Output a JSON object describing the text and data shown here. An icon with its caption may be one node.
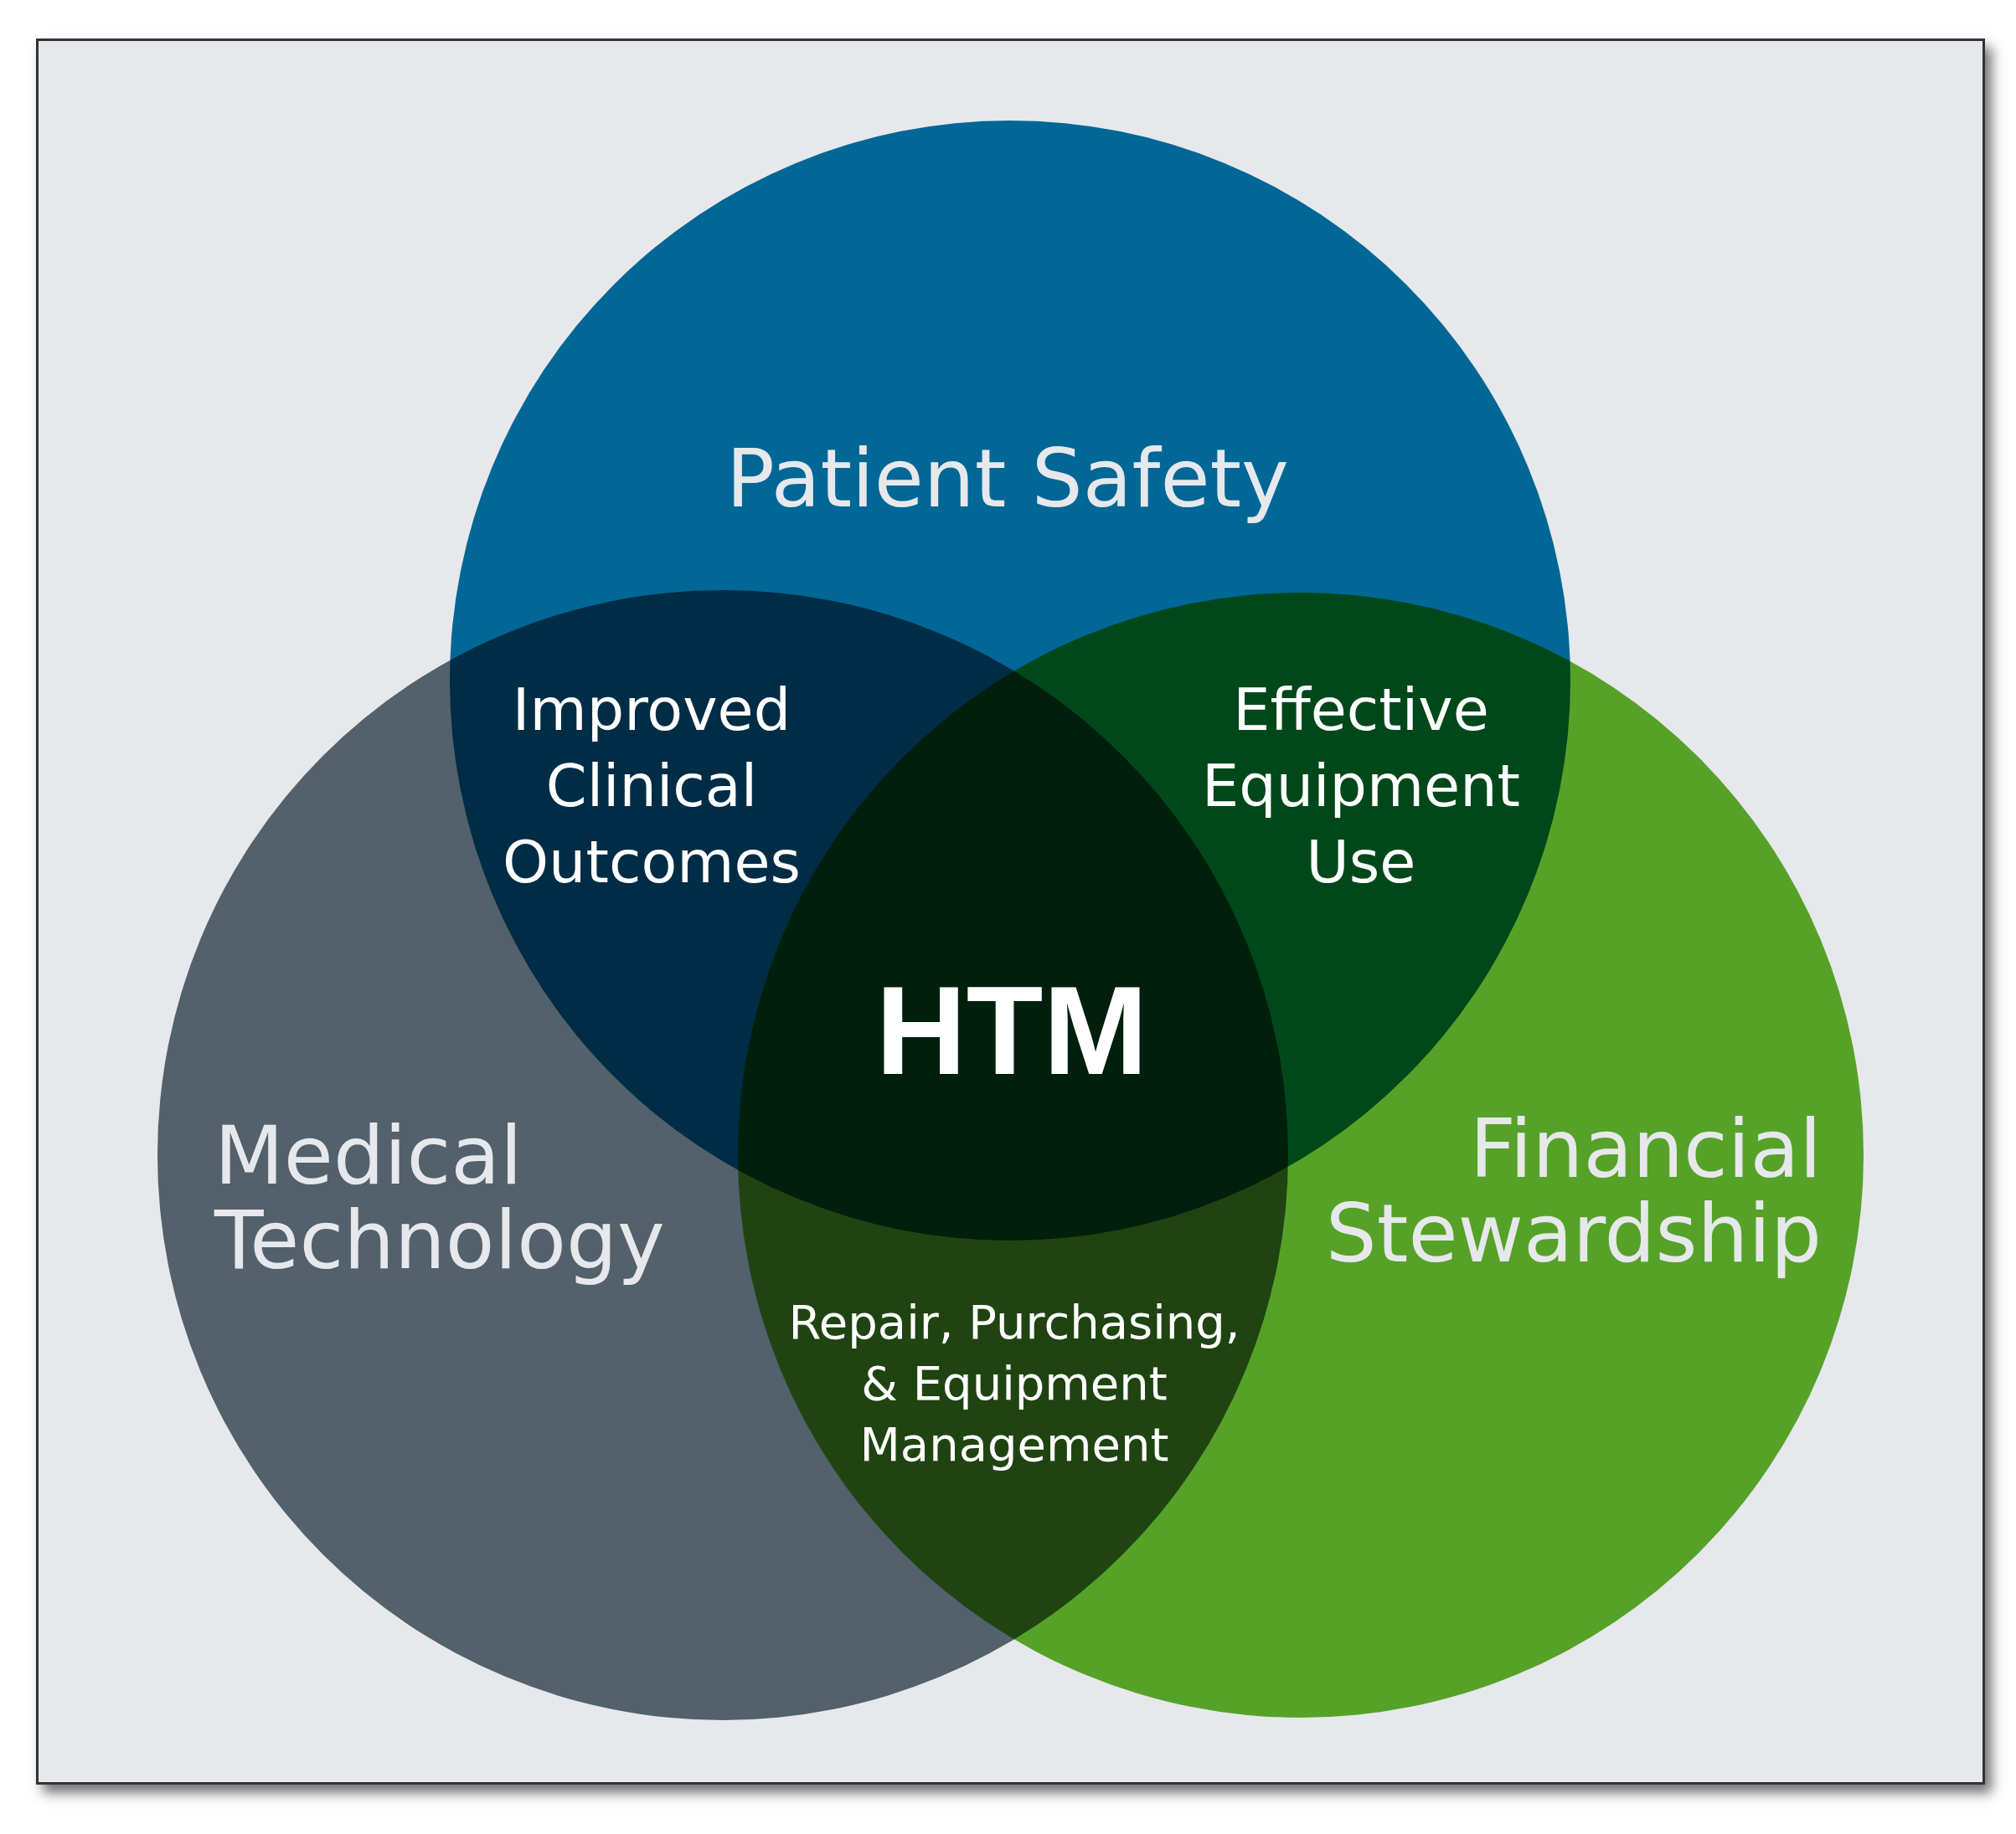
{
  "diagram": {
    "nodes": [
      {
        "text": [
          "Patient Safety"
        ]
      },
      {
        "text": [
          "Medical Technology"
        ]
      },
      {
        "text": [
          "Financial Stewardship"
        ]
      }
    ],
    "labels": [
      "Improved Clinical Outcomes",
      "Effective Equipment Use",
      "HTM",
      "Repair, Purchasing, & Equipment Management"
    ]
  }
}
